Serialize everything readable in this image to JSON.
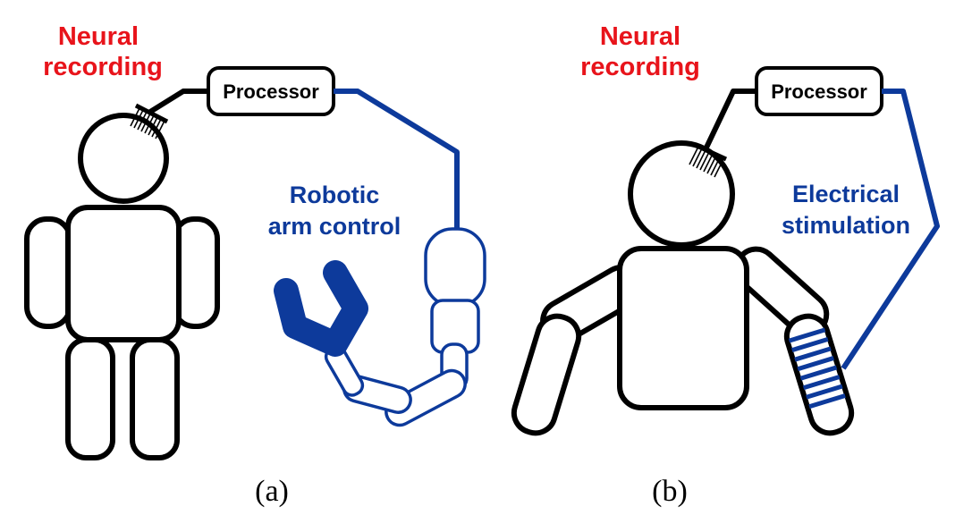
{
  "panel_a": {
    "recording_line1": "Neural",
    "recording_line2": "recording",
    "processor": "Processor",
    "output_line1": "Robotic",
    "output_line2": "arm control",
    "caption": "(a)"
  },
  "panel_b": {
    "recording_line1": "Neural",
    "recording_line2": "recording",
    "processor": "Processor",
    "output_line1": "Electrical",
    "output_line2": "stimulation",
    "caption": "(b)"
  },
  "colors": {
    "recording_label": "#e8141b",
    "output_label": "#0d3a9b",
    "outline": "#000000"
  },
  "icons": [
    "electrode-array-icon",
    "robotic-arm-icon",
    "stimulation-sleeve-icon"
  ]
}
